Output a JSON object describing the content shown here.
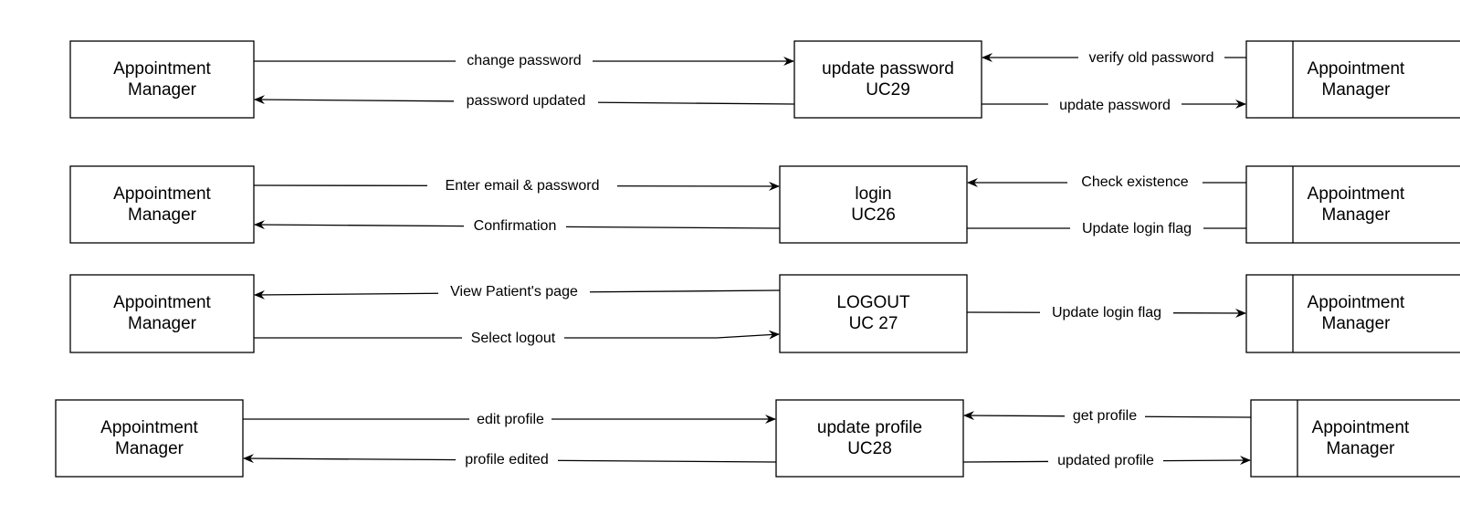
{
  "rows": [
    {
      "left_box": [
        "Appointment",
        "Manager"
      ],
      "center_box": [
        "update password",
        "UC29"
      ],
      "right_box": [
        "Appointment",
        "Manager"
      ],
      "left_top_label": "change password",
      "left_bottom_label": "password updated",
      "right_top_label": "verify old password",
      "right_bottom_label": "update password"
    },
    {
      "left_box": [
        "Appointment",
        "Manager"
      ],
      "center_box": [
        "login",
        "UC26"
      ],
      "right_box": [
        "Appointment",
        "Manager"
      ],
      "left_top_label": "Enter email & password",
      "left_bottom_label": "Confirmation",
      "right_top_label": "Check existence",
      "right_bottom_label": "Update login flag"
    },
    {
      "left_box": [
        "Appointment",
        "Manager"
      ],
      "center_box": [
        "LOGOUT",
        "UC 27"
      ],
      "right_box": [
        "Appointment",
        "Manager"
      ],
      "left_top_label": "View Patient's page",
      "left_bottom_label": "Select logout",
      "right_top_label": "Update login flag"
    },
    {
      "left_box": [
        "Appointment",
        "Manager"
      ],
      "center_box": [
        "update profile",
        "UC28"
      ],
      "right_box": [
        "Appointment",
        "Manager"
      ],
      "left_top_label": "edit profile",
      "left_bottom_label": "profile edited",
      "right_top_label": "get profile",
      "right_bottom_label": "updated profile"
    }
  ]
}
